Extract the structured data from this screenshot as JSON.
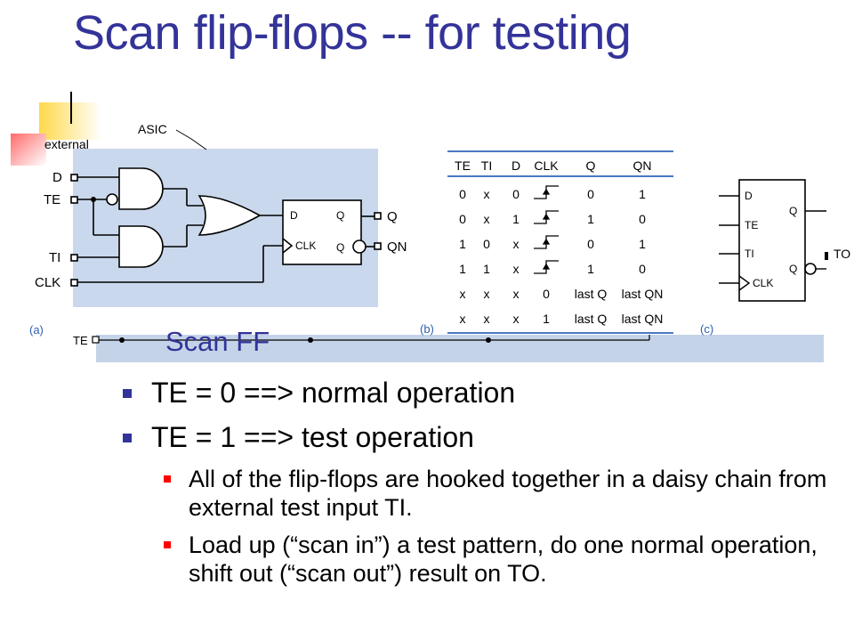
{
  "title": "Scan flip-flops -- for testing",
  "figure": {
    "labels": {
      "asic": "ASIC",
      "external": "external",
      "te_bottom": "TE",
      "to_right": "TO",
      "scan_ff": "Scan FF"
    },
    "panel_a": {
      "caption": "(a)",
      "inputs": [
        "D",
        "TE",
        "TI",
        "CLK"
      ],
      "outputs": [
        "Q",
        "QN"
      ],
      "ff_pins": {
        "d": "D",
        "q": "Q",
        "qn": "Q",
        "clk": "CLK"
      }
    },
    "panel_b": {
      "caption": "(b)",
      "headers": [
        "TE",
        "TI",
        "D",
        "CLK",
        "Q",
        "QN"
      ],
      "rows": [
        [
          "0",
          "x",
          "0",
          "",
          "0",
          "1"
        ],
        [
          "0",
          "x",
          "1",
          "",
          "1",
          "0"
        ],
        [
          "1",
          "0",
          "x",
          "",
          "0",
          "1"
        ],
        [
          "1",
          "1",
          "x",
          "",
          "1",
          "0"
        ],
        [
          "x",
          "x",
          "x",
          "0",
          "last Q",
          "last QN"
        ],
        [
          "x",
          "x",
          "x",
          "1",
          "last Q",
          "last QN"
        ]
      ]
    },
    "panel_c": {
      "caption": "(c)",
      "pins_left": [
        "D",
        "TE",
        "TI",
        "CLK"
      ],
      "pins_right": [
        "Q",
        "Q"
      ]
    },
    "colors": {
      "title": "#333399",
      "highlight": "#c9d8ec",
      "band": "#c4d3e8",
      "table_rule": "#4a78c4",
      "bullet1": "#333399",
      "bullet2": "#ff0000"
    }
  },
  "bullets": [
    {
      "text": "TE = 0 ==> normal operation",
      "sub": []
    },
    {
      "text": "TE = 1 ==> test operation",
      "sub": [
        "All of the flip-flops are hooked together in a daisy chain from external test input TI.",
        "Load up (“scan in”) a test pattern, do one normal operation, shift out (“scan out”) result on TO."
      ]
    }
  ]
}
